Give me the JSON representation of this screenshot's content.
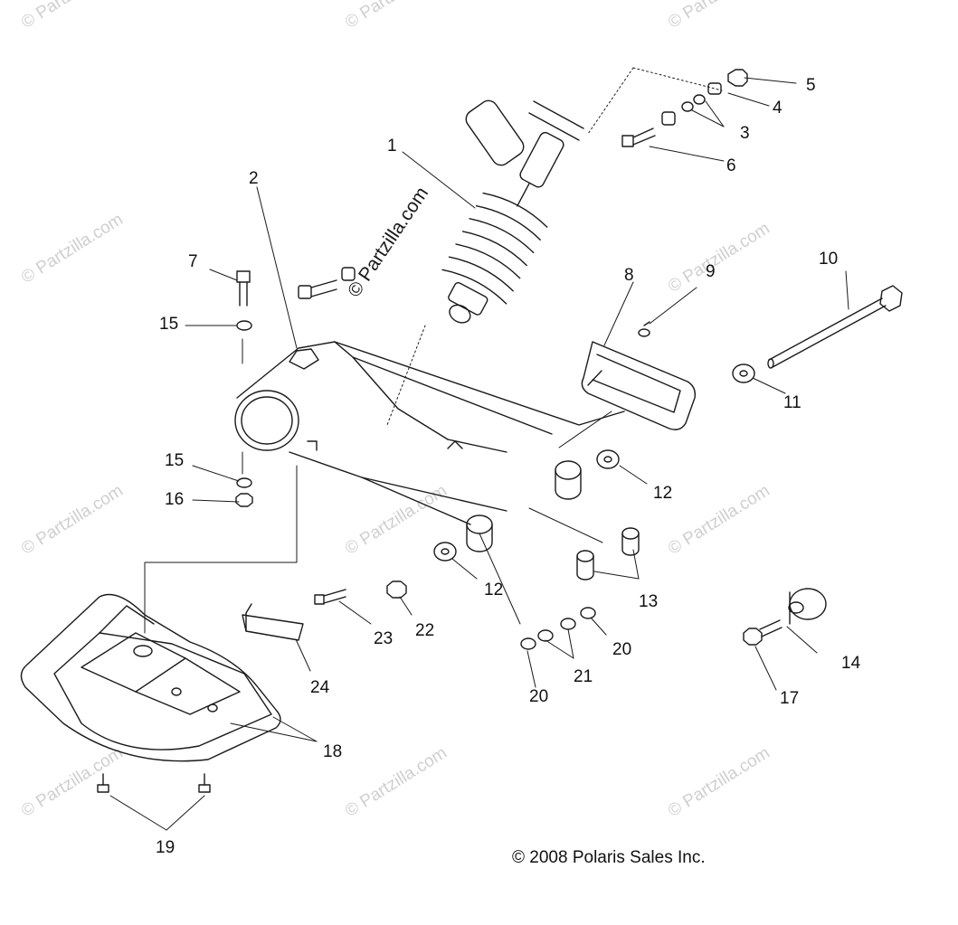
{
  "watermark": "© Partzilla.com",
  "copyright": "© 2008 Polaris Sales Inc.",
  "callouts": [
    "1",
    "2",
    "3",
    "4",
    "5",
    "6",
    "7",
    "8",
    "9",
    "10",
    "11",
    "12",
    "12",
    "13",
    "14",
    "15",
    "15",
    "16",
    "17",
    "18",
    "19",
    "20",
    "20",
    "21",
    "22",
    "23",
    "24"
  ]
}
